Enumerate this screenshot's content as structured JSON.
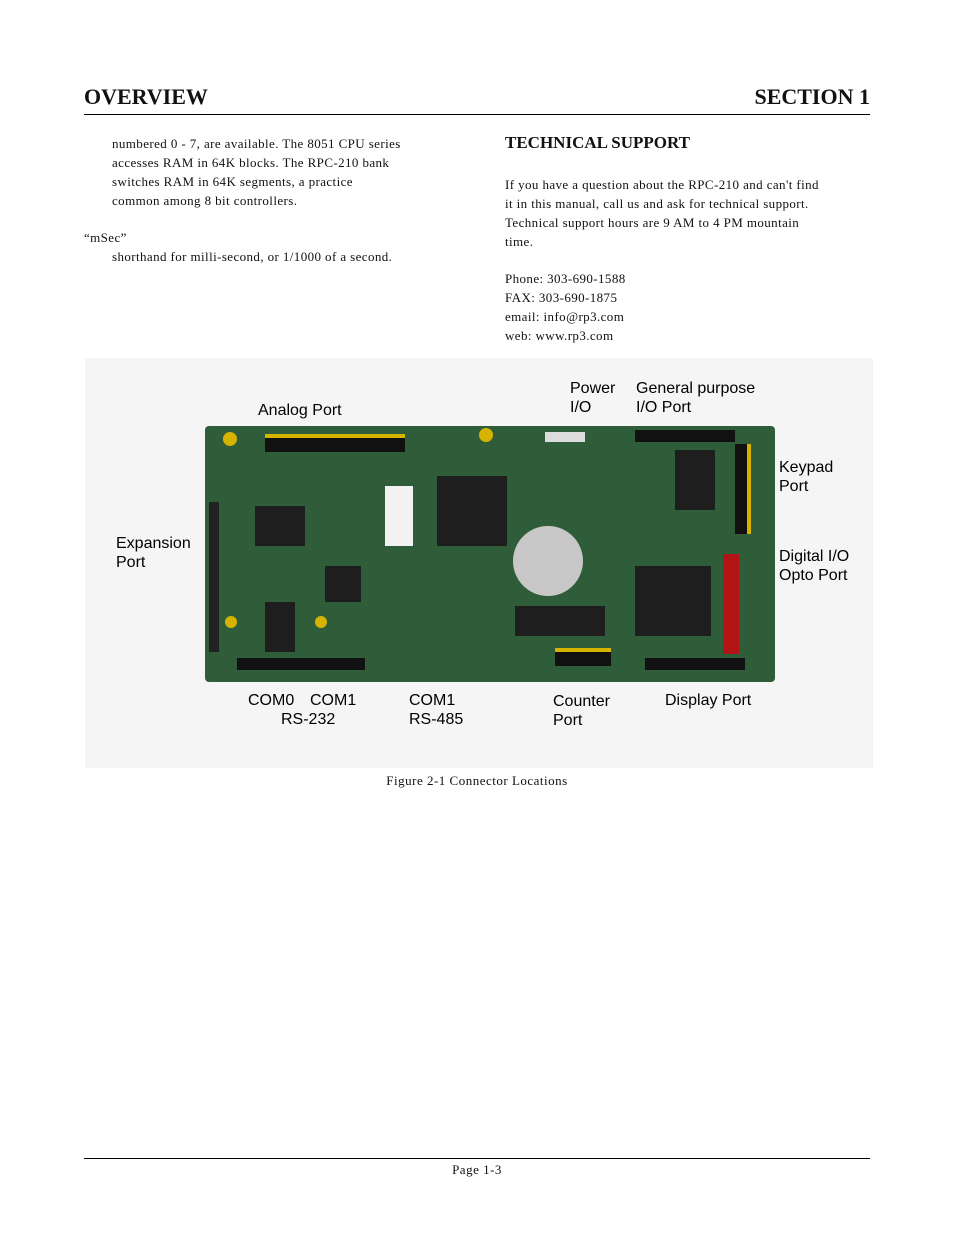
{
  "header": {
    "left": "OVERVIEW",
    "right": "SECTION 1"
  },
  "left_col": {
    "para1": [
      "numbered 0 - 7, are available. The 8051 CPU  series",
      "accesses RAM in 64K blocks.  The RPC-210 bank",
      "switches RAM in 64K segments, a practice",
      "common among 8 bit controllers."
    ],
    "term": "“mSec”",
    "definition": "shorthand for milli-second, or 1/1000 of a second."
  },
  "right_col": {
    "heading": "TECHNICAL SUPPORT",
    "para": [
      "If you have a question about the RPC-210 and can't find",
      "it in this manual, call us and ask for technical support.",
      "Technical support hours are 9 AM  to 4 PM  mountain",
      "time."
    ],
    "contacts": [
      "Phone: 303-690-1588",
      "FAX: 303-690-1875",
      "email: info@rp3.com",
      "web: www.rp3.com"
    ]
  },
  "figure": {
    "labels": {
      "analog": "Analog Port",
      "power_1": "Power",
      "power_2": "I/O",
      "general_1": "General purpose",
      "general_2": "I/O Port",
      "keypad_1": "Keypad",
      "keypad_2": "Port",
      "expansion_1": "Expansion",
      "expansion_2": "Port",
      "digital_1": "Digital I/O",
      "digital_2": "Opto Port",
      "com0": "COM0",
      "com1a": "COM1",
      "rs232": "RS-232",
      "com1b": "COM1",
      "rs485": "RS-485",
      "counter_1": "Counter",
      "counter_2": "Port",
      "display": "Display Port"
    },
    "caption": "Figure 2-1 Connector Locations"
  },
  "footer": {
    "page": "Page 1-3"
  }
}
